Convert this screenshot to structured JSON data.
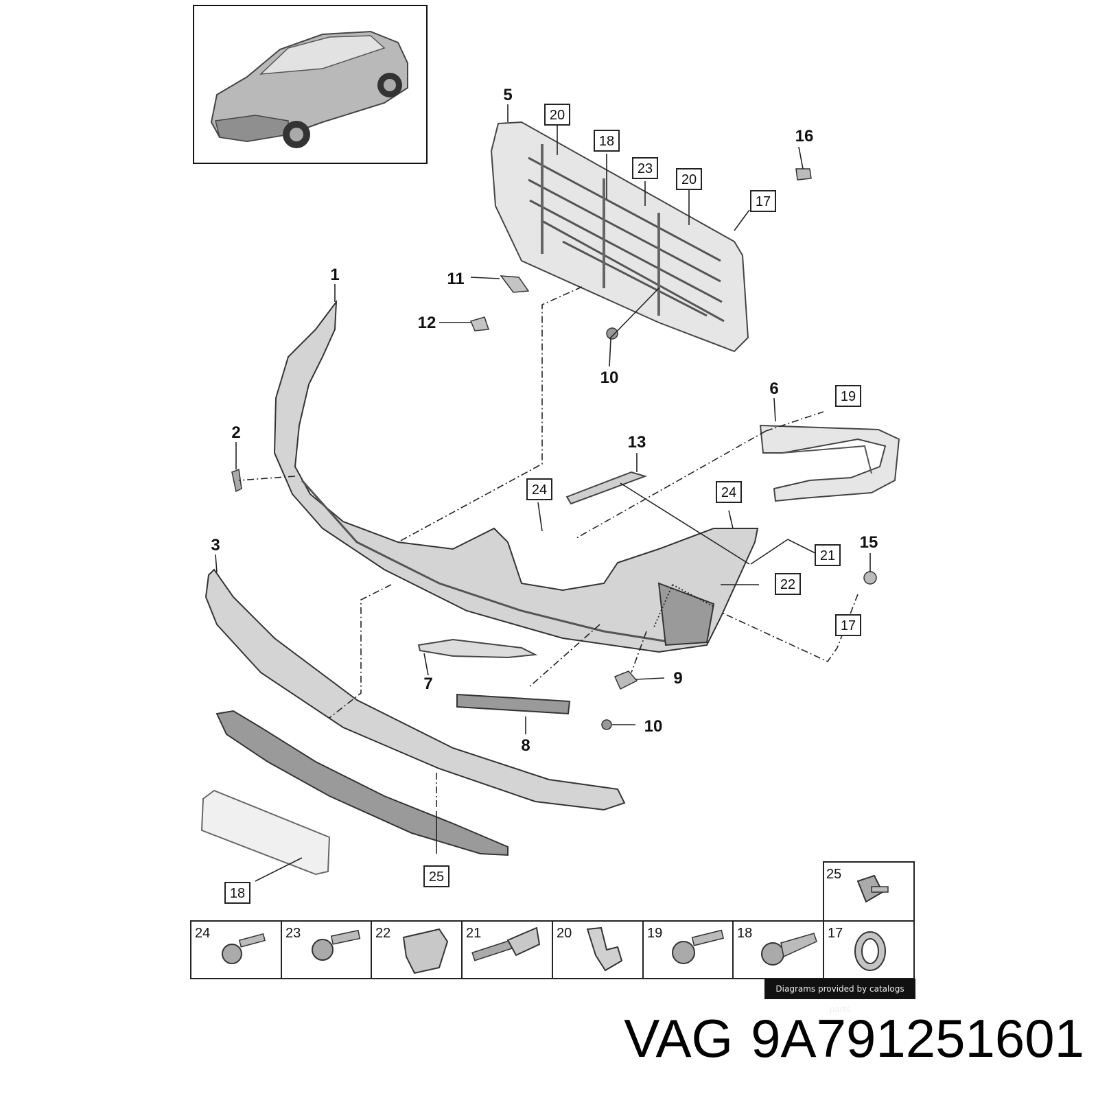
{
  "callouts": {
    "c1": "1",
    "c2": "2",
    "c3": "3",
    "c5": "5",
    "c6": "6",
    "c7": "7",
    "c8": "8",
    "c9": "9",
    "c10a": "10",
    "c10b": "10",
    "c11": "11",
    "c12": "12",
    "c13": "13",
    "c15": "15",
    "c16": "16"
  },
  "boxed_callouts": {
    "b20a": "20",
    "b18a": "18",
    "b23": "23",
    "b20b": "20",
    "b17a": "17",
    "b19": "19",
    "b24a": "24",
    "b24b": "24",
    "b21": "21",
    "b22": "22",
    "b17b": "17",
    "b25": "25",
    "b18b": "18"
  },
  "fastener_table": {
    "top_cell": "25",
    "cells": [
      "24",
      "23",
      "22",
      "21",
      "20",
      "19",
      "18",
      "17"
    ]
  },
  "credit": "Diagrams provided by catalogs parts",
  "caption": {
    "brand": "VAG",
    "part_number": "9A791251601"
  }
}
